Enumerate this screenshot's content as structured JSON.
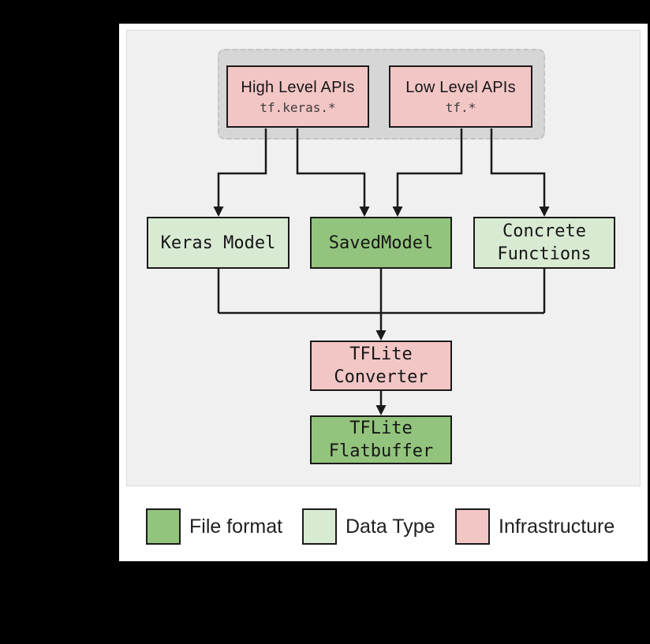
{
  "colors": {
    "background": "#000000",
    "card": "#ffffff",
    "panel": "#f0f0f0",
    "panel_border": "#d9d9d9",
    "api_group_fill": "#d6d6d6",
    "api_group_border": "#c2c2c2",
    "infrastructure": "#f3c6c6",
    "file_format": "#93c47d",
    "data_type": "#d9ead3",
    "line": "#1a1a1a"
  },
  "api_group": {
    "high_level": {
      "title": "High Level APIs",
      "subtitle": "tf.keras.*"
    },
    "low_level": {
      "title": "Low Level APIs",
      "subtitle": "tf.*"
    }
  },
  "nodes": {
    "keras_model": {
      "label": "Keras Model"
    },
    "saved_model": {
      "label": "SavedModel"
    },
    "concrete_functions": {
      "line1": "Concrete",
      "line2": "Functions"
    },
    "tflite_converter": {
      "line1": "TFLite",
      "line2": "Converter"
    },
    "tflite_flatbuffer": {
      "line1": "TFLite",
      "line2": "Flatbuffer"
    }
  },
  "legend": {
    "items": [
      {
        "label": "File format",
        "color": "#93c47d"
      },
      {
        "label": "Data Type",
        "color": "#d9ead3"
      },
      {
        "label": "Infrastructure",
        "color": "#f3c6c6"
      }
    ]
  }
}
